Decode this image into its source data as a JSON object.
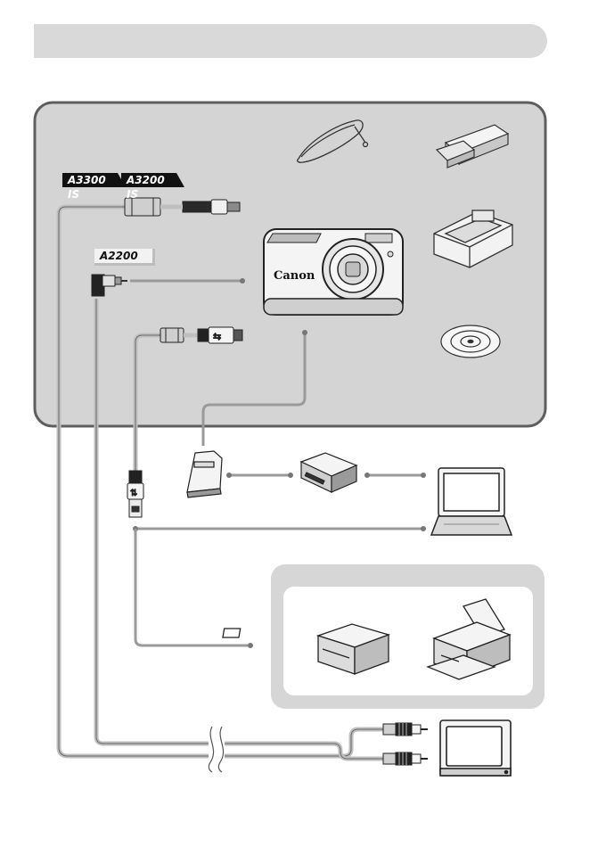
{
  "header": {
    "title": ""
  },
  "camera": {
    "brand": "Canon"
  },
  "models": {
    "tag_a3300": "A3300 IS",
    "tag_a3200": "A3200 IS",
    "tag_a2200": "A2200"
  },
  "colors": {
    "panel": "#d4d4d4",
    "panel_border": "#5e5e5e",
    "printer_panel": "#d6d6d6",
    "line": "#9a9a9a",
    "cable": "#bfbfbf",
    "dark": "#1a1a1a"
  }
}
